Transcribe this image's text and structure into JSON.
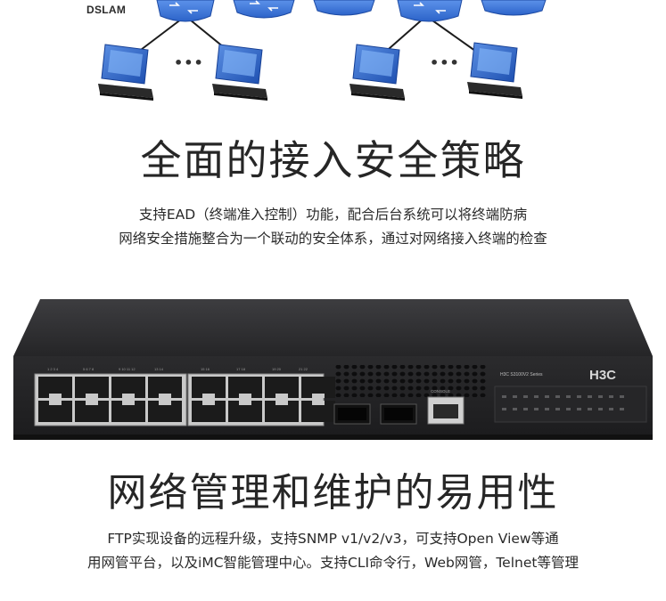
{
  "diagram": {
    "dslam_label": "DSLAM",
    "ellipsis_left": "•••",
    "ellipsis_right": "•••"
  },
  "section1": {
    "title": "全面的接入安全策略",
    "lines": [
      "支持EAD（终端准入控制）功能，配合后台系统可以将终端防病",
      "网络安全措施整合为一个联动的安全体系，通过对网络接入终端的检查"
    ]
  },
  "device": {
    "brand": "H3C",
    "model": "H3C S3100V2 Series",
    "console_label": "CONSOLE"
  },
  "section2": {
    "title": "网络管理和维护的易用性",
    "lines": [
      "FTP实现设备的远程升级，支持SNMP v1/v2/v3，可支持Open View等通",
      "用网管平台，以及iMC智能管理中心。支持CLI命令行，Web网管，Telnet等管理"
    ]
  },
  "colors": {
    "switch_body": "#2f2f31",
    "port_blue": "#3c7ce0",
    "computer_blue": "#2a64c8"
  }
}
